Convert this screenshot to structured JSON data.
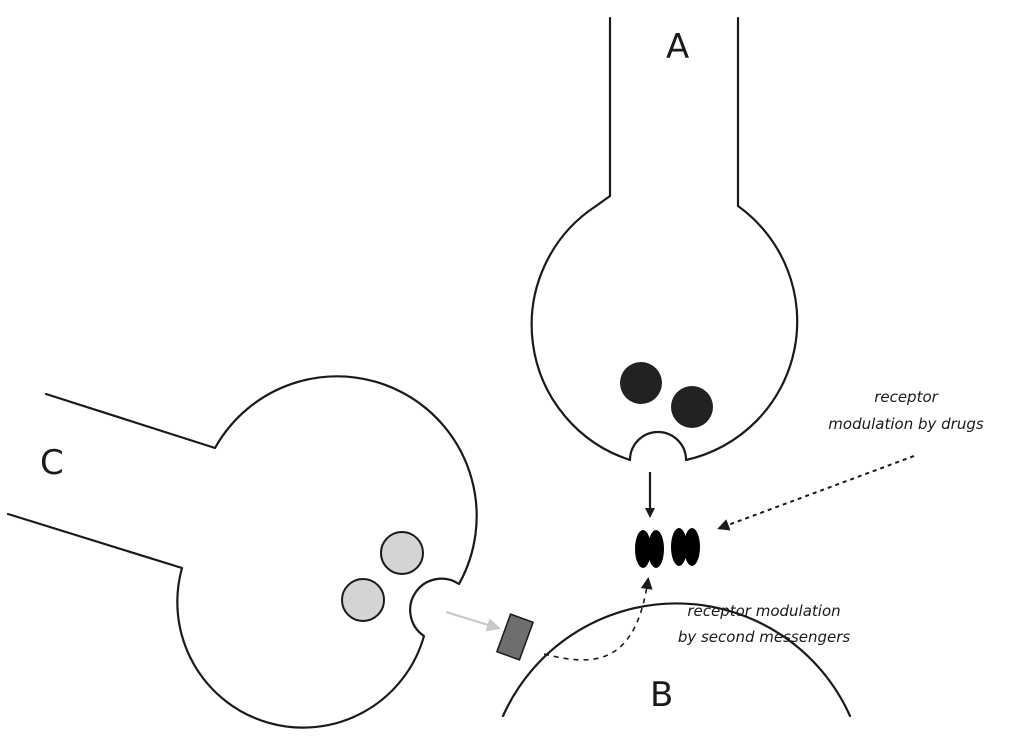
{
  "labels": {
    "neuron_a": "A",
    "neuron_b": "B",
    "neuron_c": "C"
  },
  "annotations": {
    "drugs_line1": "receptor",
    "drugs_line2": "modulation by drugs",
    "second_line1": "receptor modulation",
    "second_line2": "by second messengers"
  },
  "colors": {
    "stroke": "#1a1a1a",
    "dark_vesicle": "#222222",
    "light_vesicle": "#d4d4d4",
    "modulator_box": "#6e6e6e",
    "grey_arrow": "#c8c8c8"
  }
}
